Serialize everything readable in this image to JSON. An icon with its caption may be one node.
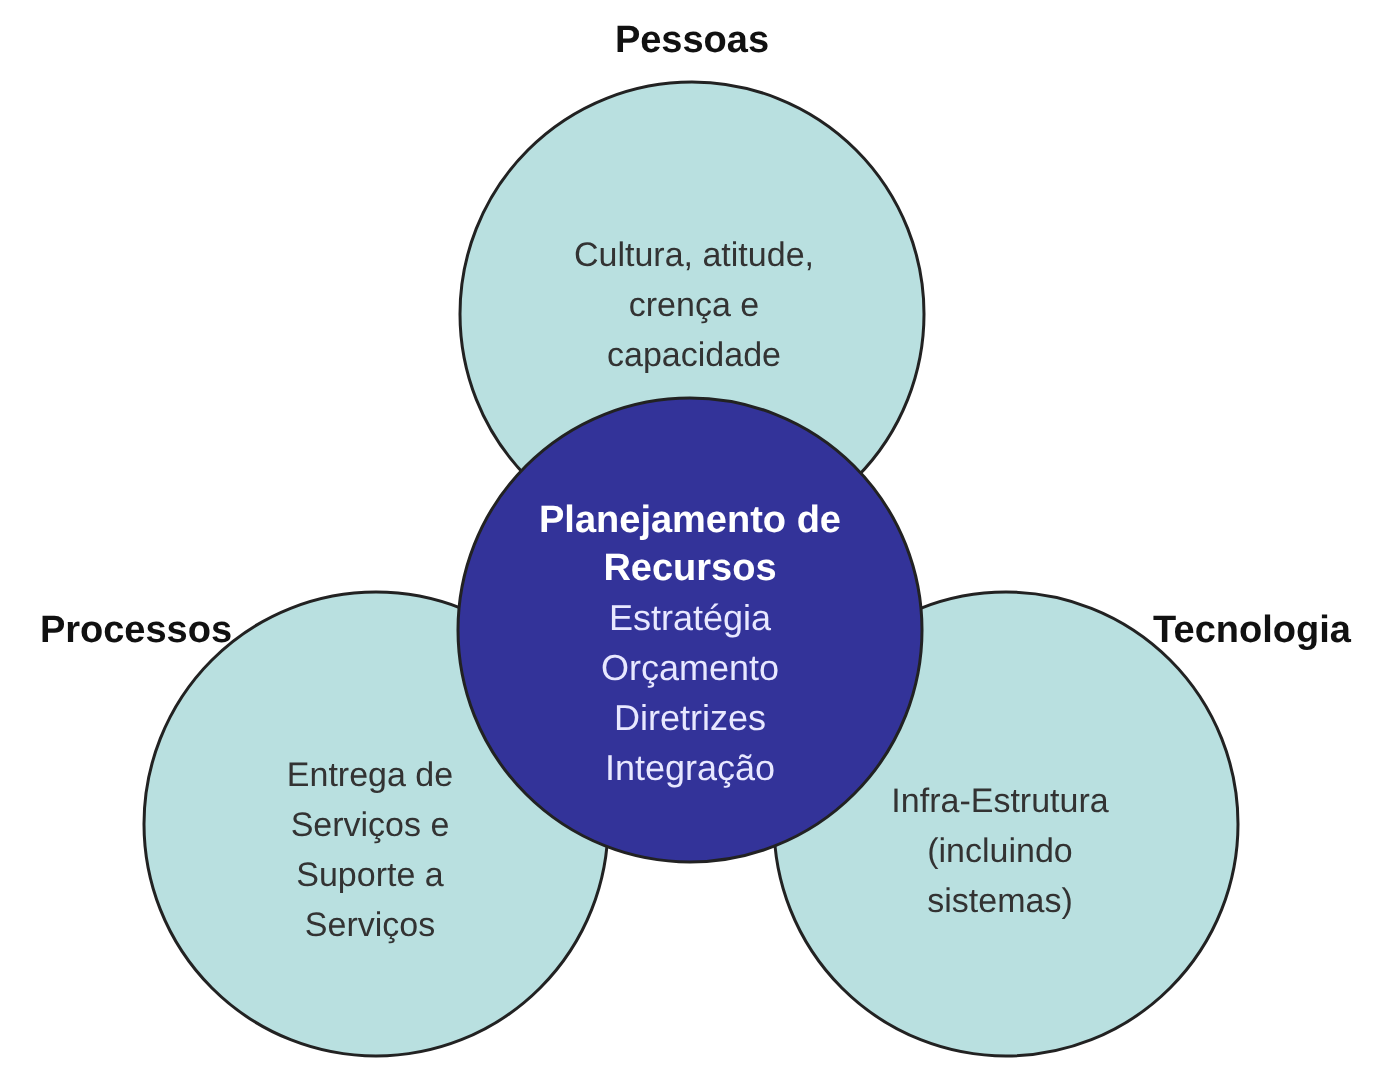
{
  "diagram": {
    "nodes": [
      {
        "text": [
          "Pessoas",
          "Cultura, atitude, crença e capacidade"
        ]
      },
      {
        "text": [
          "Planejamento de Recursos",
          "Estratégia",
          "Orçamento",
          "Diretrizes",
          "Integração"
        ]
      },
      {
        "text": [
          "Processos",
          "Entrega de Serviços e Suporte a Serviços"
        ]
      },
      {
        "text": [
          "Tecnologia",
          "Infra-Estrutura (incluindo sistemas)"
        ]
      }
    ]
  }
}
